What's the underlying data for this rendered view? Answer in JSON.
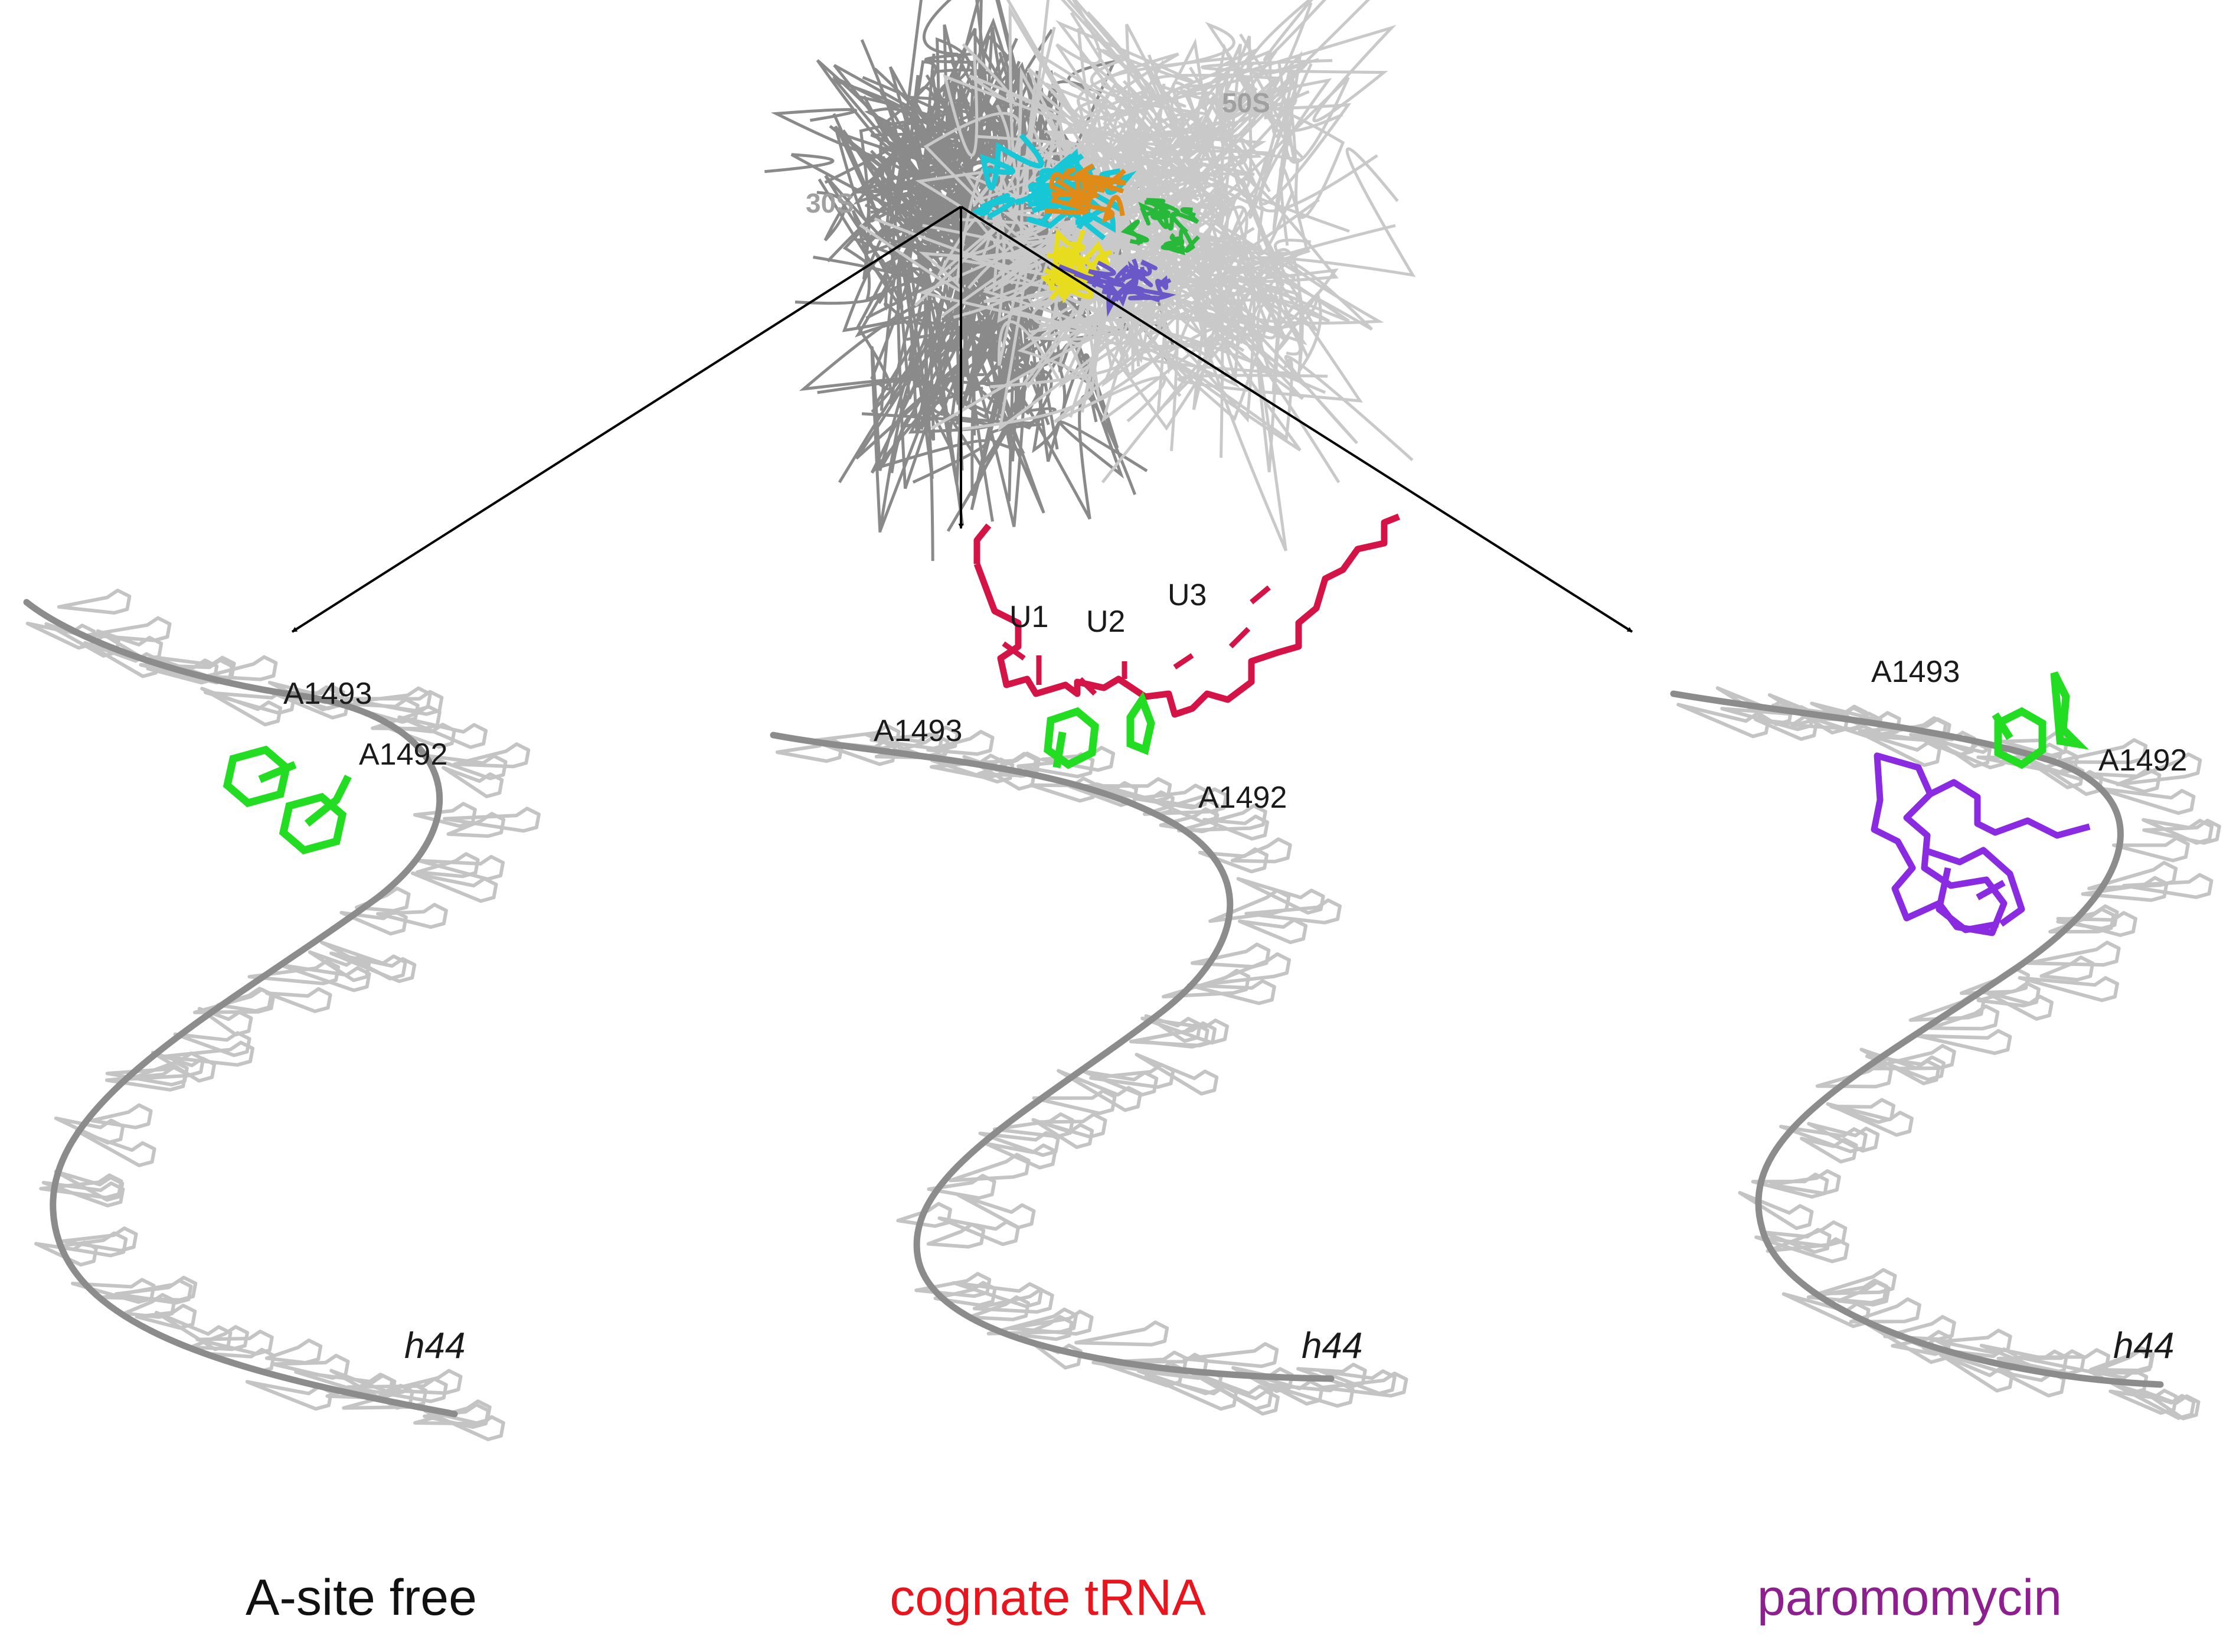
{
  "ribosome": {
    "subunit_left": "30S",
    "subunit_right": "50S"
  },
  "panels": [
    {
      "id": "free",
      "caption": "A-site free",
      "caption_color": "#111111",
      "helix_label": "h44",
      "labels": {
        "a1493": "A1493",
        "a1492": "A1492"
      }
    },
    {
      "id": "cognate",
      "caption": "cognate tRNA",
      "caption_color": "#e8141e",
      "helix_label": "h44",
      "labels": {
        "a1493": "A1493",
        "a1492": "A1492",
        "u1": "U1",
        "u2": "U2",
        "u3": "U3"
      }
    },
    {
      "id": "paromomycin",
      "caption": "paromomycin",
      "caption_color": "#8e1f8e",
      "helix_label": "h44",
      "labels": {
        "a1493": "A1493",
        "a1492": "A1492"
      }
    }
  ],
  "colors": {
    "flipped_bases": "#22dd22",
    "trna_codon": "#d41446",
    "drug": "#8a2be2",
    "backbone": "#8c8c8c",
    "nucleotides": "#c4c4c4"
  }
}
